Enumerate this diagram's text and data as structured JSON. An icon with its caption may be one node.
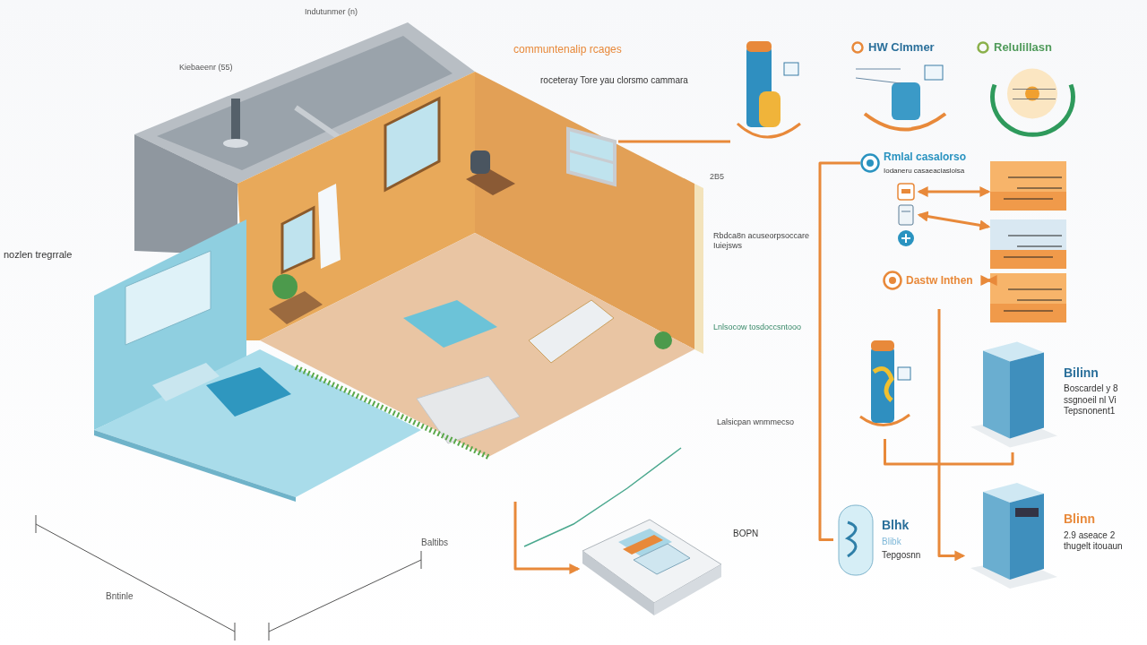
{
  "diagram": {
    "nodes": [
      {
        "text": [],
        "shape": "picture"
      },
      {
        "text": [],
        "shape": "picture",
        "in": 0
      },
      {
        "text": [],
        "shape": "picture"
      },
      {
        "text": [
          "HW Clmmer"
        ]
      },
      {
        "text": [
          "Relulillasn"
        ]
      },
      {
        "text": [
          "Rmlal casalorso",
          "Iodaneru casaeaciaslolsa"
        ]
      },
      {
        "text": [],
        "shape": "picture"
      },
      {
        "text": [],
        "shape": "picture"
      },
      {
        "text": [],
        "shape": "picture"
      },
      {
        "text": [],
        "shape": "picture"
      },
      {
        "text": [],
        "shape": "picture"
      },
      {
        "text": [],
        "shape": "picture"
      },
      {
        "text": [
          "Dastw Inthen"
        ]
      },
      {
        "text": [],
        "shape": "picture"
      },
      {
        "text": [
          "Bilinn",
          "Boscardel y 8 ssgnoeil nl Vi Tepsnonent1"
        ]
      },
      {
        "text": [
          "Blhk",
          "Blibk",
          "Tepgosnn"
        ]
      },
      {
        "text": [
          "Blinn",
          "2.9 aseace 2 thugelt itouaun"
        ]
      },
      {
        "text": [],
        "shape": "picture"
      }
    ],
    "edges": [
      {
        "from": 1,
        "to": 2,
        "arrow": "none"
      },
      {
        "from": 0,
        "to": 17,
        "arrow": "to"
      },
      {
        "from": 5,
        "to": 15,
        "arrow": "none"
      },
      {
        "from": 13,
        "to": 14,
        "arrow": "none"
      },
      {
        "from": null,
        "to": 16,
        "arrow": "to"
      },
      {
        "from": 6,
        "to": 9,
        "arrow": "both"
      },
      {
        "from": 7,
        "to": 10,
        "arrow": "both"
      },
      {
        "from": 12,
        "to": 11,
        "arrow": "both"
      }
    ],
    "labels": [
      "Indutunmer (n)",
      "communtenalip rcages",
      "Kiebaeenr (55)",
      "roceteray Tore yau clorsmo cammara",
      "2B5",
      "Rbdca8n acuseorpsoccare Iuiejsws",
      "nozlen tregrrale",
      "Lnlsocow tosdoccsntooo",
      "Lalsicpan wnmmecso",
      "BOPN",
      "Baltibs",
      "Bntinle"
    ]
  }
}
